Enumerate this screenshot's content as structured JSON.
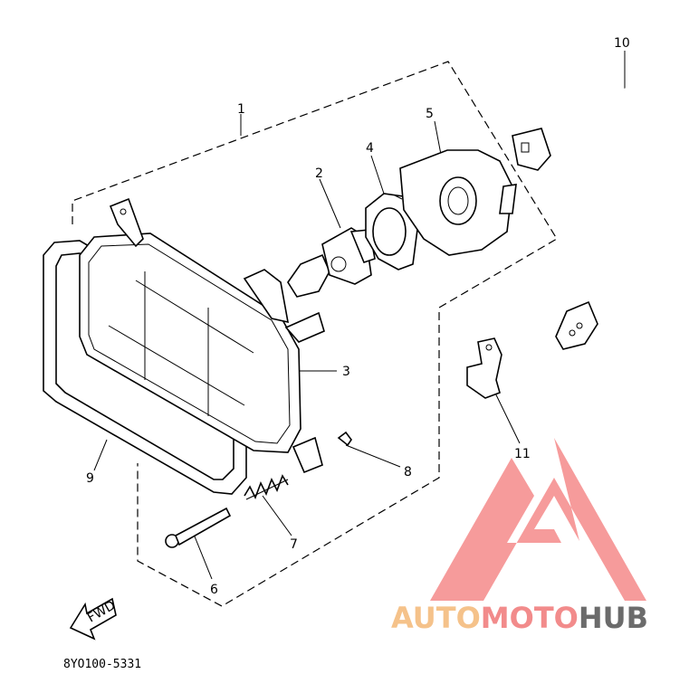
{
  "callouts": {
    "c1": "1",
    "c2": "2",
    "c3": "3",
    "c4": "4",
    "c5": "5",
    "c6": "6",
    "c7": "7",
    "c8": "8",
    "c9": "9",
    "c10": "10",
    "c11": "11"
  },
  "fwd_arrow_text": "FWD",
  "reference_code": "8YO100-5331",
  "watermark": {
    "part1": "AUTO",
    "part2": "MOTO",
    "part3": "HUB",
    "colors": {
      "auto": "#f5c28a",
      "moto": "#f28b8b",
      "hub": "#6b6b6b",
      "logo": "#f48a8a"
    }
  }
}
